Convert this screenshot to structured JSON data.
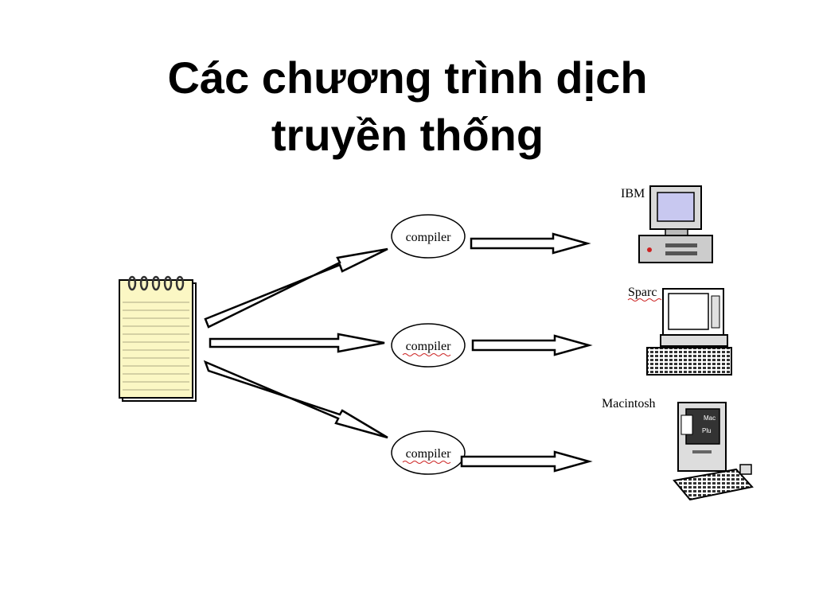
{
  "slide": {
    "title_line1": "Các chương trình dịch",
    "title_line2": "truyền thống"
  },
  "diagram": {
    "compilers": [
      "compiler",
      "compiler",
      "compiler"
    ],
    "machines": [
      "IBM",
      "Sparc",
      "Macintosh"
    ],
    "mac_screen_text": [
      "Mac",
      "Plu"
    ],
    "colors": {
      "notepad_paper": "#fbf7c4",
      "notepad_lines": "#c8c39a",
      "ibm_screen": "#c8c8f0",
      "squiggle_underline": "#cc2222"
    }
  }
}
